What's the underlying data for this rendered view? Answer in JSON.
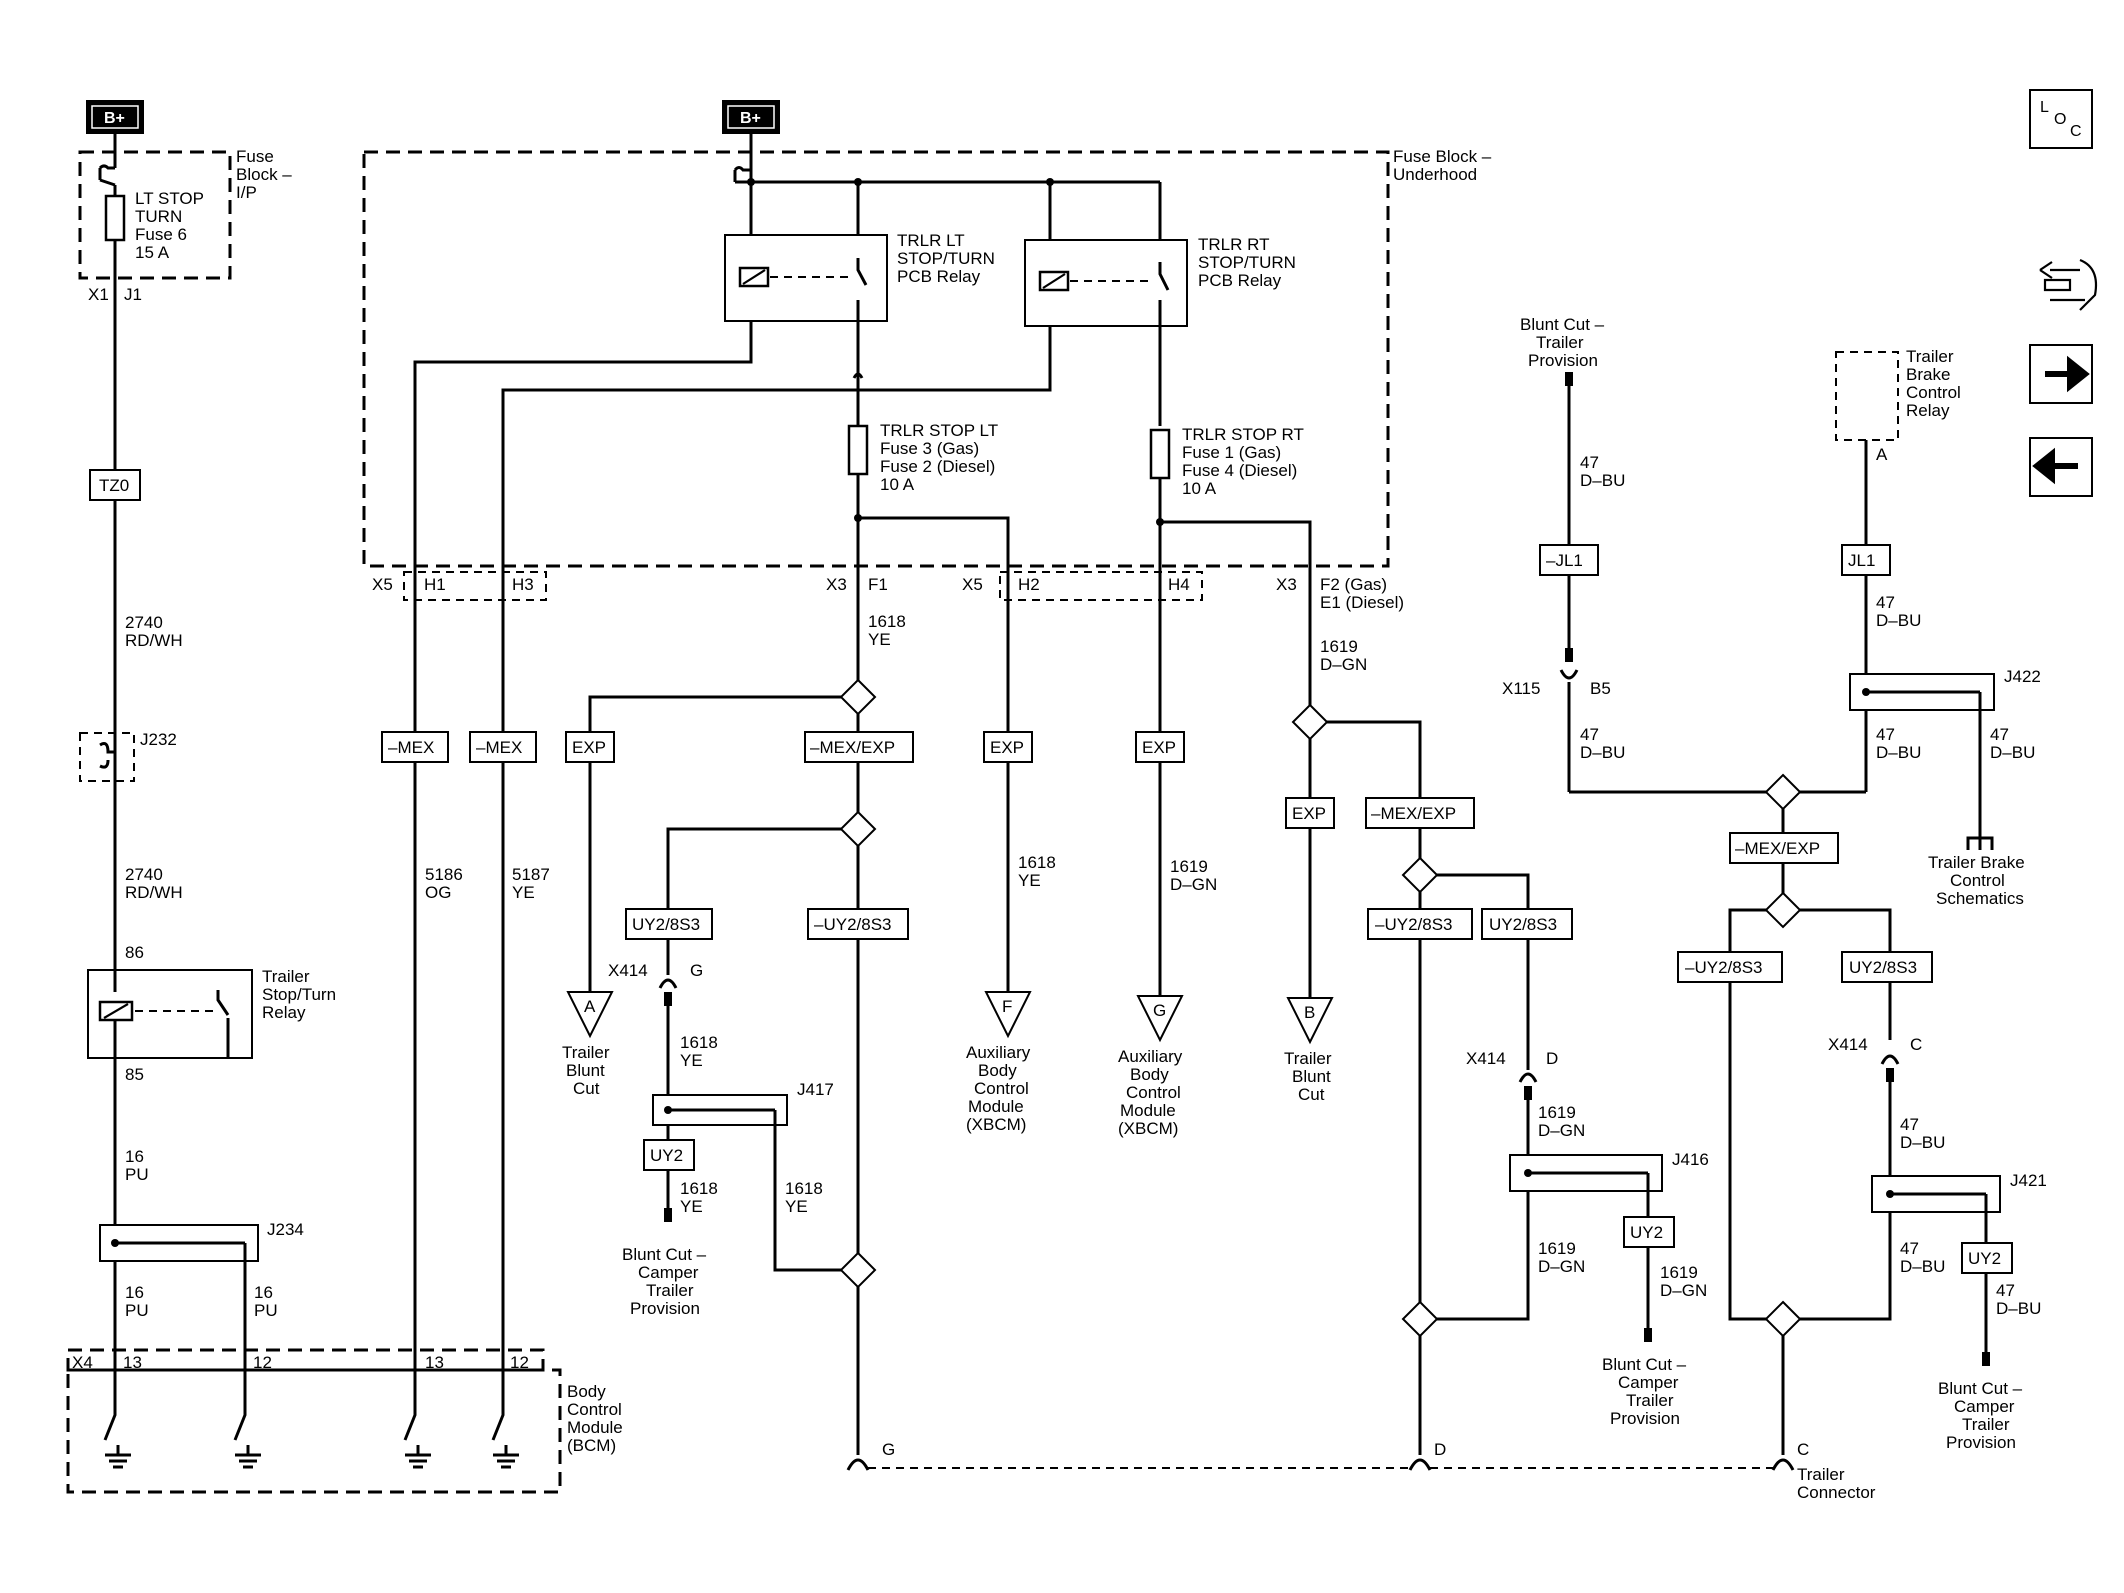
{
  "battery": {
    "left": "B+",
    "center": "B+"
  },
  "loc_icon": "L O C",
  "fuse_block_ip": {
    "title_lines": [
      "Fuse",
      "Block –",
      "I/P"
    ],
    "fuse_lines": [
      "LT STOP",
      "TURN",
      "Fuse 6",
      "15 A"
    ],
    "pins": [
      "X1",
      "J1"
    ]
  },
  "fuse_block_uh": {
    "title_lines": [
      "Fuse Block –",
      "Underhood"
    ],
    "relay_lt": [
      "TRLR LT",
      "STOP/TURN",
      "PCB Relay"
    ],
    "relay_rt": [
      "TRLR RT",
      "STOP/TURN",
      "PCB Relay"
    ],
    "fuse_lt": [
      "TRLR STOP LT",
      "Fuse 3 (Gas)",
      "Fuse 2 (Diesel)",
      "10 A"
    ],
    "fuse_rt": [
      "TRLR STOP RT",
      "Fuse 1 (Gas)",
      "Fuse 4 (Diesel)",
      "10 A"
    ],
    "pins": {
      "x5a": "X5",
      "h1": "H1",
      "h3": "H3",
      "x3a": "X3",
      "f1": "F1",
      "x5b": "X5",
      "h2": "H2",
      "h4": "H4",
      "x3b": "X3",
      "f2": [
        "F2 (Gas)",
        "E1 (Diesel)"
      ]
    }
  },
  "options": {
    "tz0": "TZ0",
    "mex": "–MEX",
    "exp": "EXP",
    "mex_exp": "–MEX/EXP",
    "uy2_8s3": "UY2/8S3",
    "neg_uy2_8s3": "–UY2/8S3",
    "uy2": "UY2",
    "jl1": "JL1",
    "neg_jl1": "–JL1"
  },
  "wires": {
    "w2740": [
      "2740",
      "RD/WH"
    ],
    "w16": [
      "16",
      "PU"
    ],
    "w5186": [
      "5186",
      "OG"
    ],
    "w5187": [
      "5187",
      "YE"
    ],
    "w1618": [
      "1618",
      "YE"
    ],
    "w1619": [
      "1619",
      "D–GN"
    ],
    "w47": [
      "47",
      "D–BU"
    ]
  },
  "splices": {
    "j232": "J232",
    "j234": "J234",
    "j417": "J417",
    "j416": "J416",
    "j421": "J421",
    "j422": "J422"
  },
  "relay_trailer": {
    "pin86": "86",
    "pin85": "85",
    "label": [
      "Trailer",
      "Stop/Turn",
      "Relay"
    ]
  },
  "bcm": {
    "label": [
      "Body",
      "Control",
      "Module",
      "(BCM)"
    ],
    "x4": "X4",
    "pins": [
      "13",
      "12",
      "13",
      "12"
    ]
  },
  "offpage": {
    "a": {
      "letter": "A",
      "label": [
        "Trailer",
        "Blunt",
        "Cut"
      ]
    },
    "f": {
      "letter": "F",
      "label": [
        "Auxiliary",
        "Body",
        "Control",
        "Module",
        "(XBCM)"
      ]
    },
    "g": {
      "letter": "G",
      "label": [
        "Auxiliary",
        "Body",
        "Control",
        "Module",
        "(XBCM)"
      ]
    },
    "b": {
      "letter": "B",
      "label": [
        "Trailer",
        "Blunt",
        "Cut"
      ]
    }
  },
  "connectors": {
    "x414": "X414",
    "x115": "X115",
    "b5": "B5",
    "g": "G",
    "d": "D",
    "c": "C"
  },
  "blunt_cut_top": [
    "Blunt Cut –",
    "Trailer",
    "Provision"
  ],
  "blunt_cut_camper": [
    "Blunt Cut –",
    "Camper",
    "Trailer",
    "Provision"
  ],
  "trailer_brake_relay": {
    "label": [
      "Trailer",
      "Brake",
      "Control",
      "Relay"
    ],
    "pin": "A"
  },
  "trailer_brake_schem": [
    "Trailer Brake",
    "Control",
    "Schematics"
  ],
  "trailer_connector": {
    "pin_g": "G",
    "pin_d": "D",
    "pin_c": "C",
    "label": [
      "Trailer",
      "Connector"
    ]
  }
}
